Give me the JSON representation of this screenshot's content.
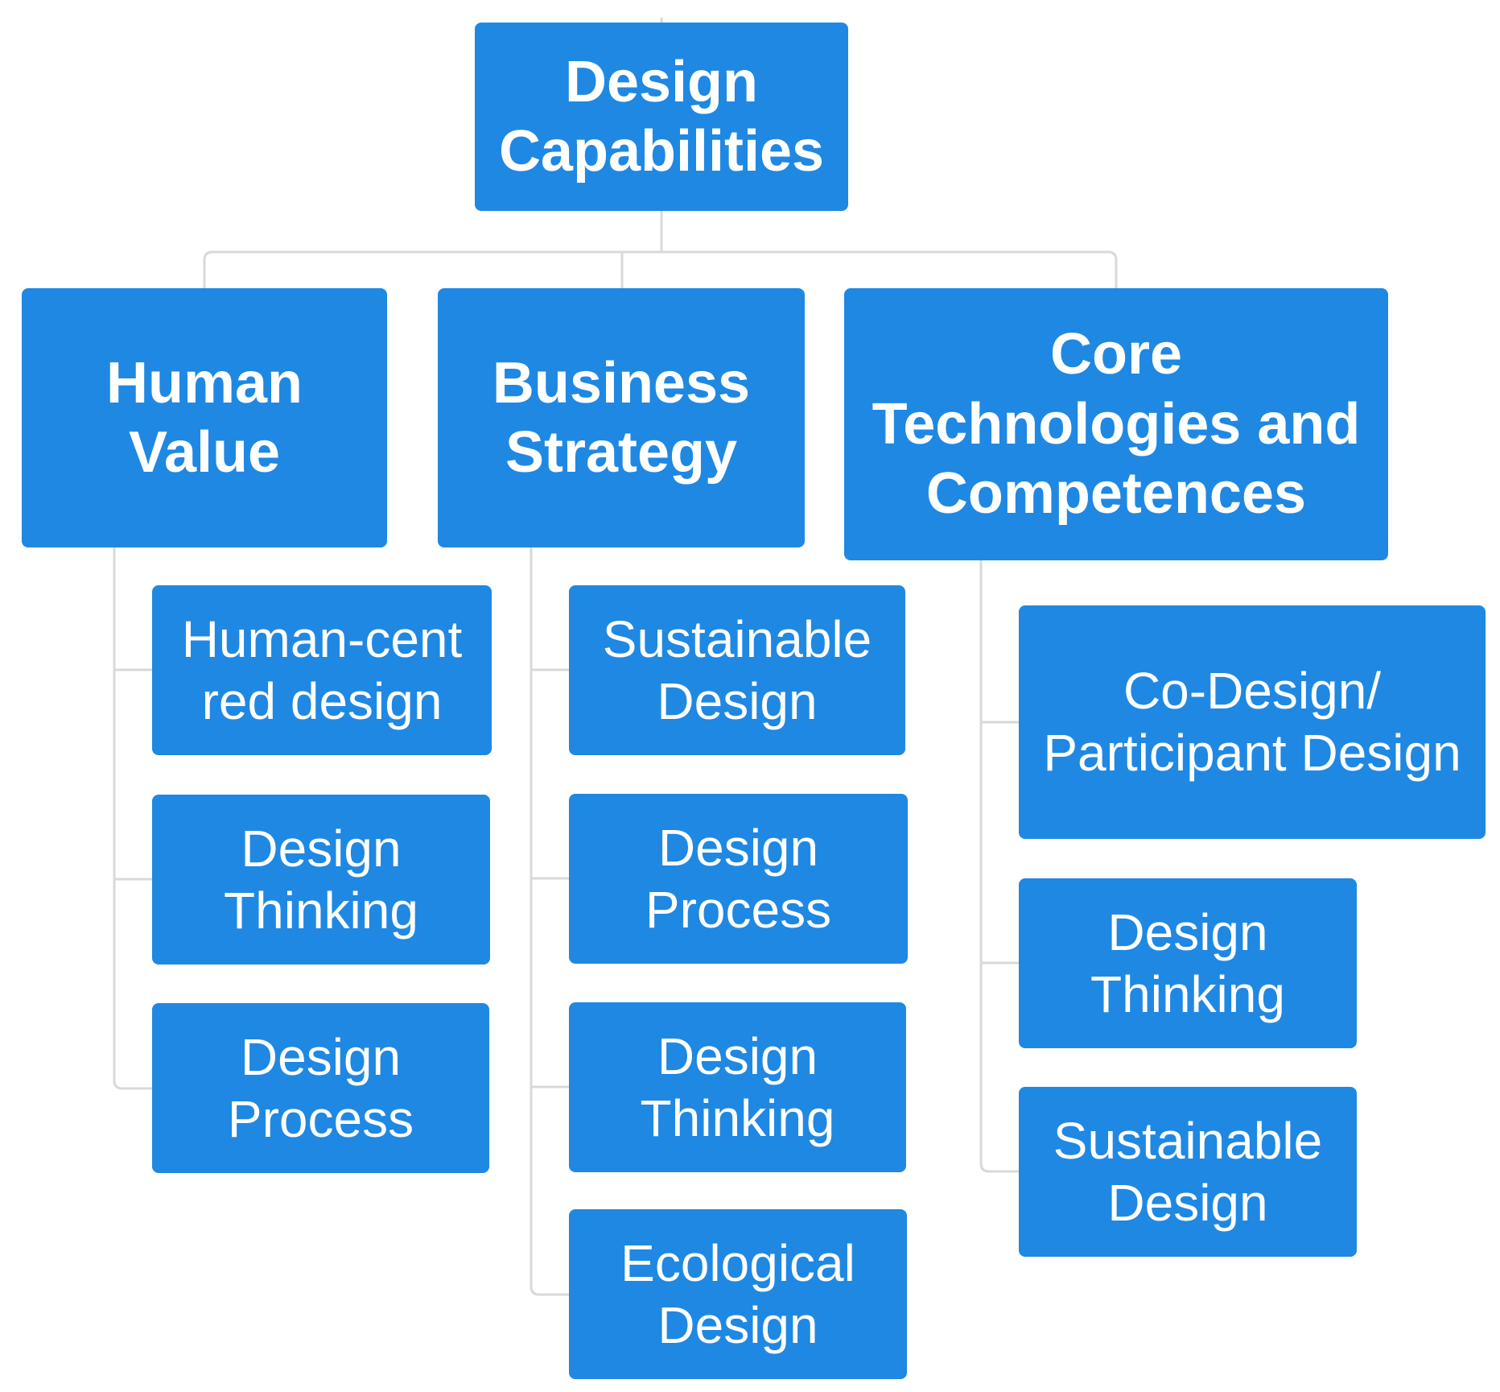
{
  "diagram": {
    "root": {
      "label": "Design Capabilities",
      "lines": [
        "Design",
        "Capabilities"
      ]
    },
    "branches": [
      {
        "lines": [
          "Human",
          "Value"
        ],
        "label": "Human Value",
        "children": [
          {
            "lines": [
              "Human-cent",
              "red design"
            ]
          },
          {
            "lines": [
              "Design",
              "Thinking"
            ]
          },
          {
            "lines": [
              "Design",
              "Process"
            ]
          }
        ]
      },
      {
        "lines": [
          "Business",
          "Strategy"
        ],
        "label": "Business Strategy",
        "children": [
          {
            "lines": [
              "Sustainable",
              "Design"
            ]
          },
          {
            "lines": [
              "Design",
              "Process"
            ]
          },
          {
            "lines": [
              "Design",
              "Thinking"
            ]
          },
          {
            "lines": [
              "Ecological",
              "Design"
            ]
          }
        ]
      },
      {
        "lines": [
          "Core",
          "Technologies and",
          "Competences"
        ],
        "label": "Core Technologies and Competences",
        "children": [
          {
            "lines": [
              "Co-Design/",
              "Participant Design"
            ]
          },
          {
            "lines": [
              "Design",
              "Thinking"
            ]
          },
          {
            "lines": [
              "Sustainable",
              "Design"
            ]
          }
        ]
      }
    ],
    "colors": {
      "node_fill": "#1f88e3",
      "node_text": "#ffffff",
      "connector": "#d9d9d9",
      "background": "#ffffff"
    }
  }
}
